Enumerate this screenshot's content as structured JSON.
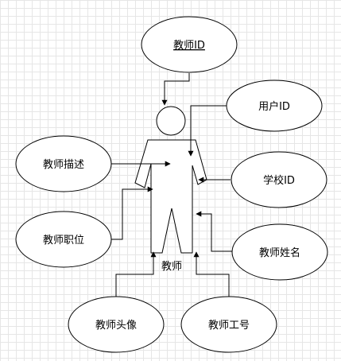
{
  "diagram": {
    "entity": {
      "label": "教师"
    },
    "attributes": [
      {
        "id": "teacher_id",
        "label": "教师ID",
        "primary_key": true
      },
      {
        "id": "user_id",
        "label": "用户ID",
        "primary_key": false
      },
      {
        "id": "school_id",
        "label": "学校ID",
        "primary_key": false
      },
      {
        "id": "teacher_name",
        "label": "教师姓名",
        "primary_key": false
      },
      {
        "id": "teacher_number",
        "label": "教师工号",
        "primary_key": false
      },
      {
        "id": "teacher_avatar",
        "label": "教师头像",
        "primary_key": false
      },
      {
        "id": "teacher_title",
        "label": "教师职位",
        "primary_key": false
      },
      {
        "id": "teacher_desc",
        "label": "教师描述",
        "primary_key": false
      }
    ],
    "colors": {
      "stroke": "#000000",
      "fill": "#ffffff",
      "grid": "#e6e6e6"
    }
  }
}
